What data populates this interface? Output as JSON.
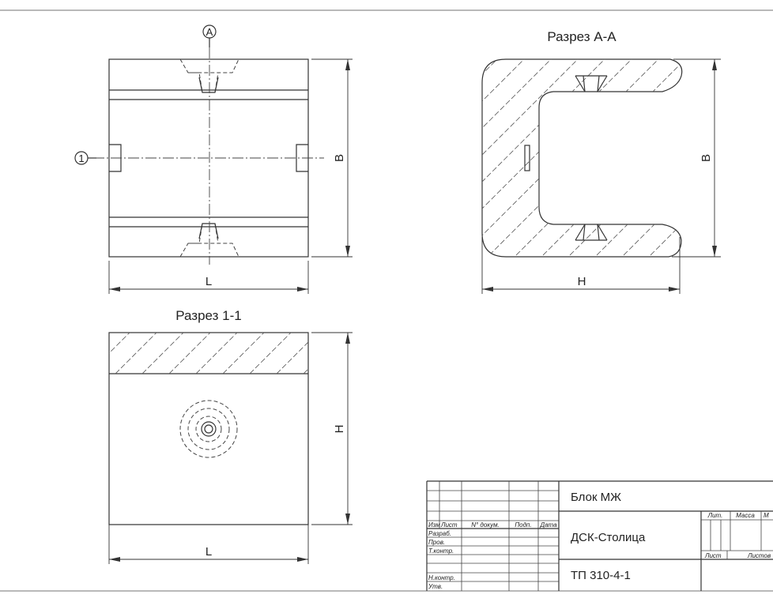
{
  "views": {
    "top": {
      "section_mark": "A",
      "section_line_mark": "1",
      "dim_width": "L",
      "dim_height": "B"
    },
    "section_aa": {
      "title": "Разрез А-А",
      "dim_width": "H",
      "dim_height": "B"
    },
    "section_11": {
      "title": "Разрез 1-1",
      "dim_width": "L",
      "dim_height": "H"
    }
  },
  "title_block": {
    "row_headers": [
      "Изм",
      "Лист",
      "N° докум.",
      "Подп.",
      "Дата"
    ],
    "roles": [
      "Разраб.",
      "Пров.",
      "Т.контр.",
      "",
      "Н.контр.",
      "Утв."
    ],
    "product_name": "Блок МЖ",
    "organization": "ДСК-Столица",
    "document_code": "ТП 310-4-1",
    "col_lit": "Лит.",
    "col_mass": "Масса",
    "col_scale": "М",
    "sheet": "Лист",
    "sheets": "Листов"
  }
}
